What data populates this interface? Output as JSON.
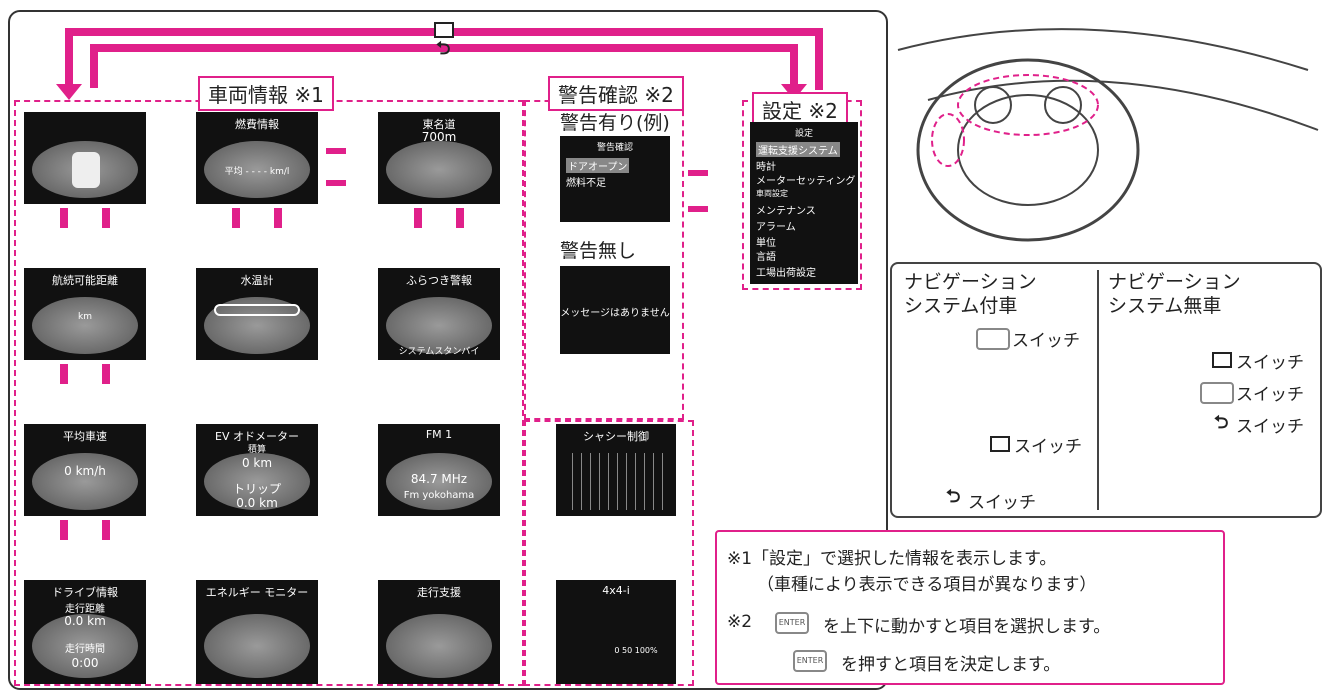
{
  "sections": {
    "vehicle_info": "車両情報 ※1",
    "warning_check": "警告確認 ※2",
    "settings": "設定 ※2"
  },
  "screens": {
    "car": "",
    "fuel_economy": {
      "title": "燃費情報",
      "value": "平均 - - - - km/l"
    },
    "highway": {
      "title": "東名道",
      "value": "700m"
    },
    "range": {
      "title": "航続可能距離",
      "unit": "km"
    },
    "water_temp": {
      "title": "水温計"
    },
    "wobble": {
      "title": "ふらつき警報",
      "status": "システムスタンバイ"
    },
    "avg_speed": {
      "title": "平均車速",
      "value": "0 km/h"
    },
    "ev_odo": {
      "title": "EV オドメーター",
      "sub": "積算",
      "value": "0 km",
      "trip_label": "トリップ",
      "trip_value": "0.0 km"
    },
    "fm": {
      "title": "FM 1",
      "freq": "84.7 MHz",
      "station": "Fm yokohama"
    },
    "chassis": {
      "title": "シャシー制御"
    },
    "drive_info": {
      "title": "ドライブ情報",
      "dist_label": "走行距離",
      "dist_value": "0.0 km",
      "time_label": "走行時間",
      "time_value": "0:00"
    },
    "energy": {
      "title": "エネルギー モニター"
    },
    "drive_assist": {
      "title": "走行支援"
    },
    "four_by_four": {
      "title": "4x4-i",
      "scale": "0  50  100%"
    }
  },
  "warning": {
    "with_example": "警告有り(例)",
    "screen_title": "警告確認",
    "item1": "ドアオープン",
    "item2": "燃料不足",
    "none_label": "警告無し",
    "none_msg": "メッセージはありません"
  },
  "settings_menu": {
    "title": "設定",
    "items": [
      "運転支援システム",
      "時計",
      "メーターセッティング",
      "車両設定",
      "メンテナンス",
      "アラーム",
      "単位",
      "言語",
      "工場出荷設定"
    ]
  },
  "switches": {
    "with_nav_title": "ナビゲーション\nシステム付車",
    "without_nav_title": "ナビゲーション\nシステム無車",
    "with_nav_1": "スイッチ",
    "with_nav_2": "スイッチ",
    "with_nav_3": "スイッチ",
    "without_nav_1": "スイッチ",
    "without_nav_2": "スイッチ",
    "without_nav_3": "スイッチ"
  },
  "notes": {
    "n1a": "※1「設定」で選択した情報を表示します。",
    "n1b": "（車種により表示できる項目が異なります）",
    "n2_prefix": "※2",
    "n2a": "を上下に動かすと項目を選択します。",
    "n2b": "を押すと項目を決定します。",
    "enter": "ENTER"
  },
  "colors": {
    "accent": "#e0208a"
  }
}
